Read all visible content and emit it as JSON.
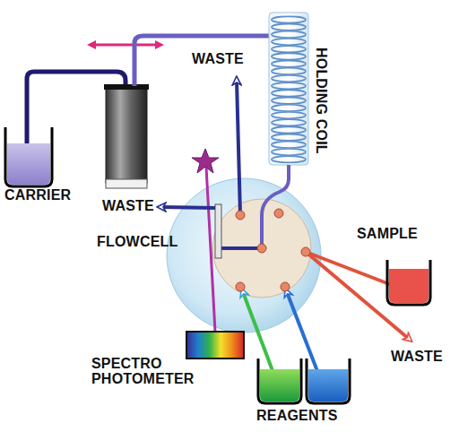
{
  "diagram": {
    "labels": [
      "WASTE",
      "HOLDING COIL",
      "CARRIER",
      "WASTE",
      "FLOWCELL",
      "SAMPLE",
      "WASTE",
      "SPECTRO PHOTOMETER",
      "REAGENTS"
    ]
  }
}
